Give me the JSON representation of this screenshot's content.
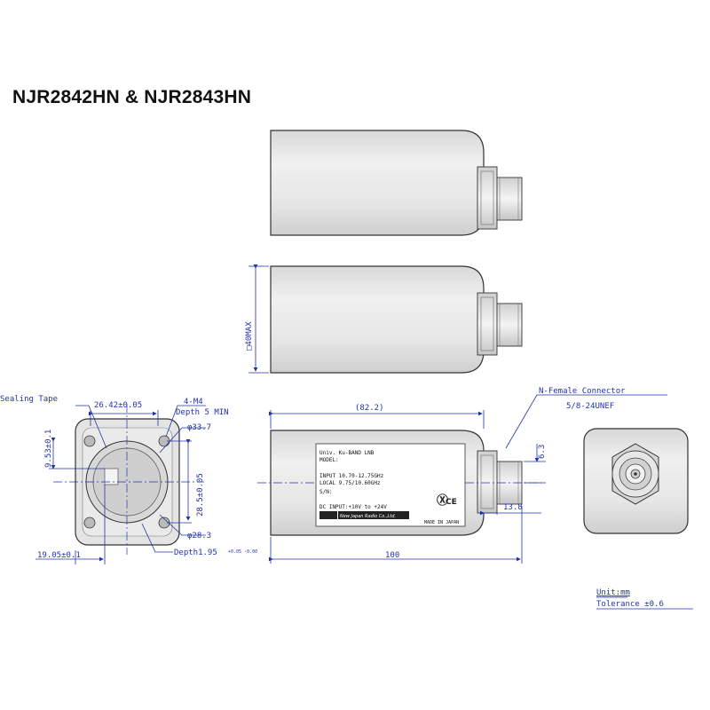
{
  "title": "NJR2842HN & NJR2843HN",
  "dimensions": {
    "sealing_tape": "Sealing Tape",
    "waveguide_width": "26.42±0.05",
    "screw_spec": "4-M4",
    "screw_depth": "Depth 5 MIN",
    "diameter_outer": "φ33.7",
    "diameter_inner": "φ28.3",
    "waveguide_height": "9.53±0.1",
    "hole_spacing": "28.5±0.05",
    "flange_offset": "19.05±0.1",
    "depth_groove": "Depth1.95",
    "depth_tol": "+0.05 -0.00",
    "length_ref": "(82.2)",
    "length_total": "100",
    "connector_label": "N-Female Connector",
    "thread_spec": "5/8-24UNEF",
    "connector_offset": "6.3",
    "connector_length": "13.8",
    "height_max": "□40MAX"
  },
  "label_plate": {
    "line1": "Univ. Ku-BAND LNB",
    "line2": "MODEL:",
    "line3": "INPUT  10.70-12.75GHz",
    "line4": "LOCAL  9.75/10.60GHz",
    "line5": "S/N:",
    "line6": "DC INPUT:+10V to +24V",
    "brand_note": "MADE IN JAPAN",
    "maker": "New Japan Radio Co.,Ltd."
  },
  "units": {
    "unit": "Unit:mm",
    "tolerance": "Tolerance ±0.6"
  },
  "colors": {
    "dimension_blue": "#2233aa",
    "body_fill": "#e9e9e9",
    "outline": "#333333"
  }
}
